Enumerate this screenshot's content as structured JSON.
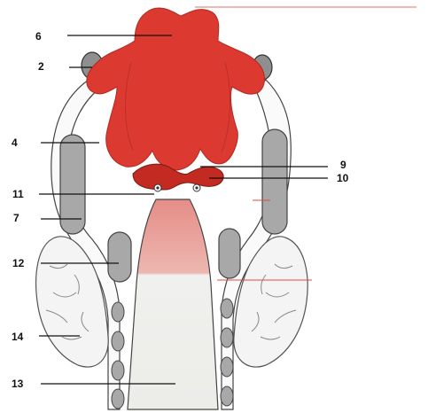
{
  "labels": {
    "l6": "6",
    "l2": "2",
    "l4": "4",
    "l9": "9",
    "l10": "10",
    "l11": "11",
    "l7": "7",
    "l12": "12",
    "l14": "14",
    "l13": "13"
  },
  "colors": {
    "red": "#dc3a30",
    "red_dark": "#c22a22",
    "pink_light": "#edb7b1",
    "pink_mid": "#e39a94",
    "gray": "#a8a8a8",
    "gray_dark": "#666666",
    "pale": "#f1f1ef",
    "leader": "#111111"
  }
}
